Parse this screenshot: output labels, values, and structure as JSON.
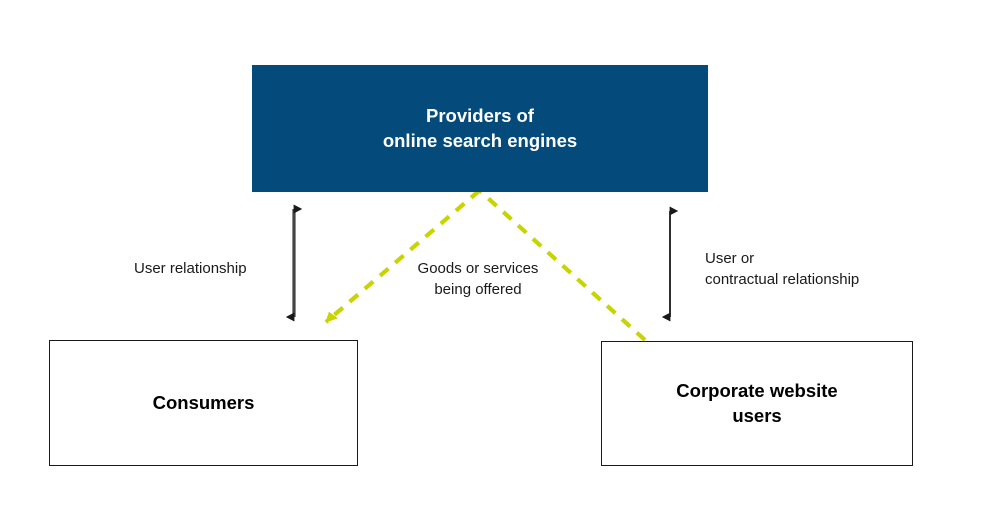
{
  "diagram": {
    "title_text_present": false,
    "background_color": "#ffffff",
    "nodes": [
      {
        "id": "search-engines",
        "label": "Providers of\nonline search engines",
        "style": "filled",
        "fill_color": "#044B7C",
        "text_color": "#FFFFFF"
      },
      {
        "id": "consumers",
        "label": "Consumers",
        "style": "outlined",
        "fill_color": "#FFFFFF",
        "text_color": "#000000",
        "border_color": "#1A1A1A"
      },
      {
        "id": "corporate-users",
        "label": "Corporate website\nusers",
        "style": "outlined",
        "fill_color": "#FFFFFF",
        "text_color": "#000000",
        "border_color": "#1A1A1A"
      }
    ],
    "edges": [
      {
        "id": "edge-user-relationship",
        "label": "User relationship",
        "from": "search-engines",
        "to": "consumers",
        "line_style": "solid",
        "arrows": "both",
        "color": "#1A1A1A"
      },
      {
        "id": "edge-goods-services",
        "label": "Goods or services\nbeing offered",
        "from": "corporate-users",
        "to": "consumers",
        "line_style": "dashed",
        "arrows": "single",
        "color": "#C8D400"
      },
      {
        "id": "edge-user-contractual",
        "label": "User or\ncontractual relationship",
        "from": "search-engines",
        "to": "corporate-users",
        "line_style": "solid",
        "arrows": "both",
        "color": "#1A1A1A"
      }
    ]
  }
}
